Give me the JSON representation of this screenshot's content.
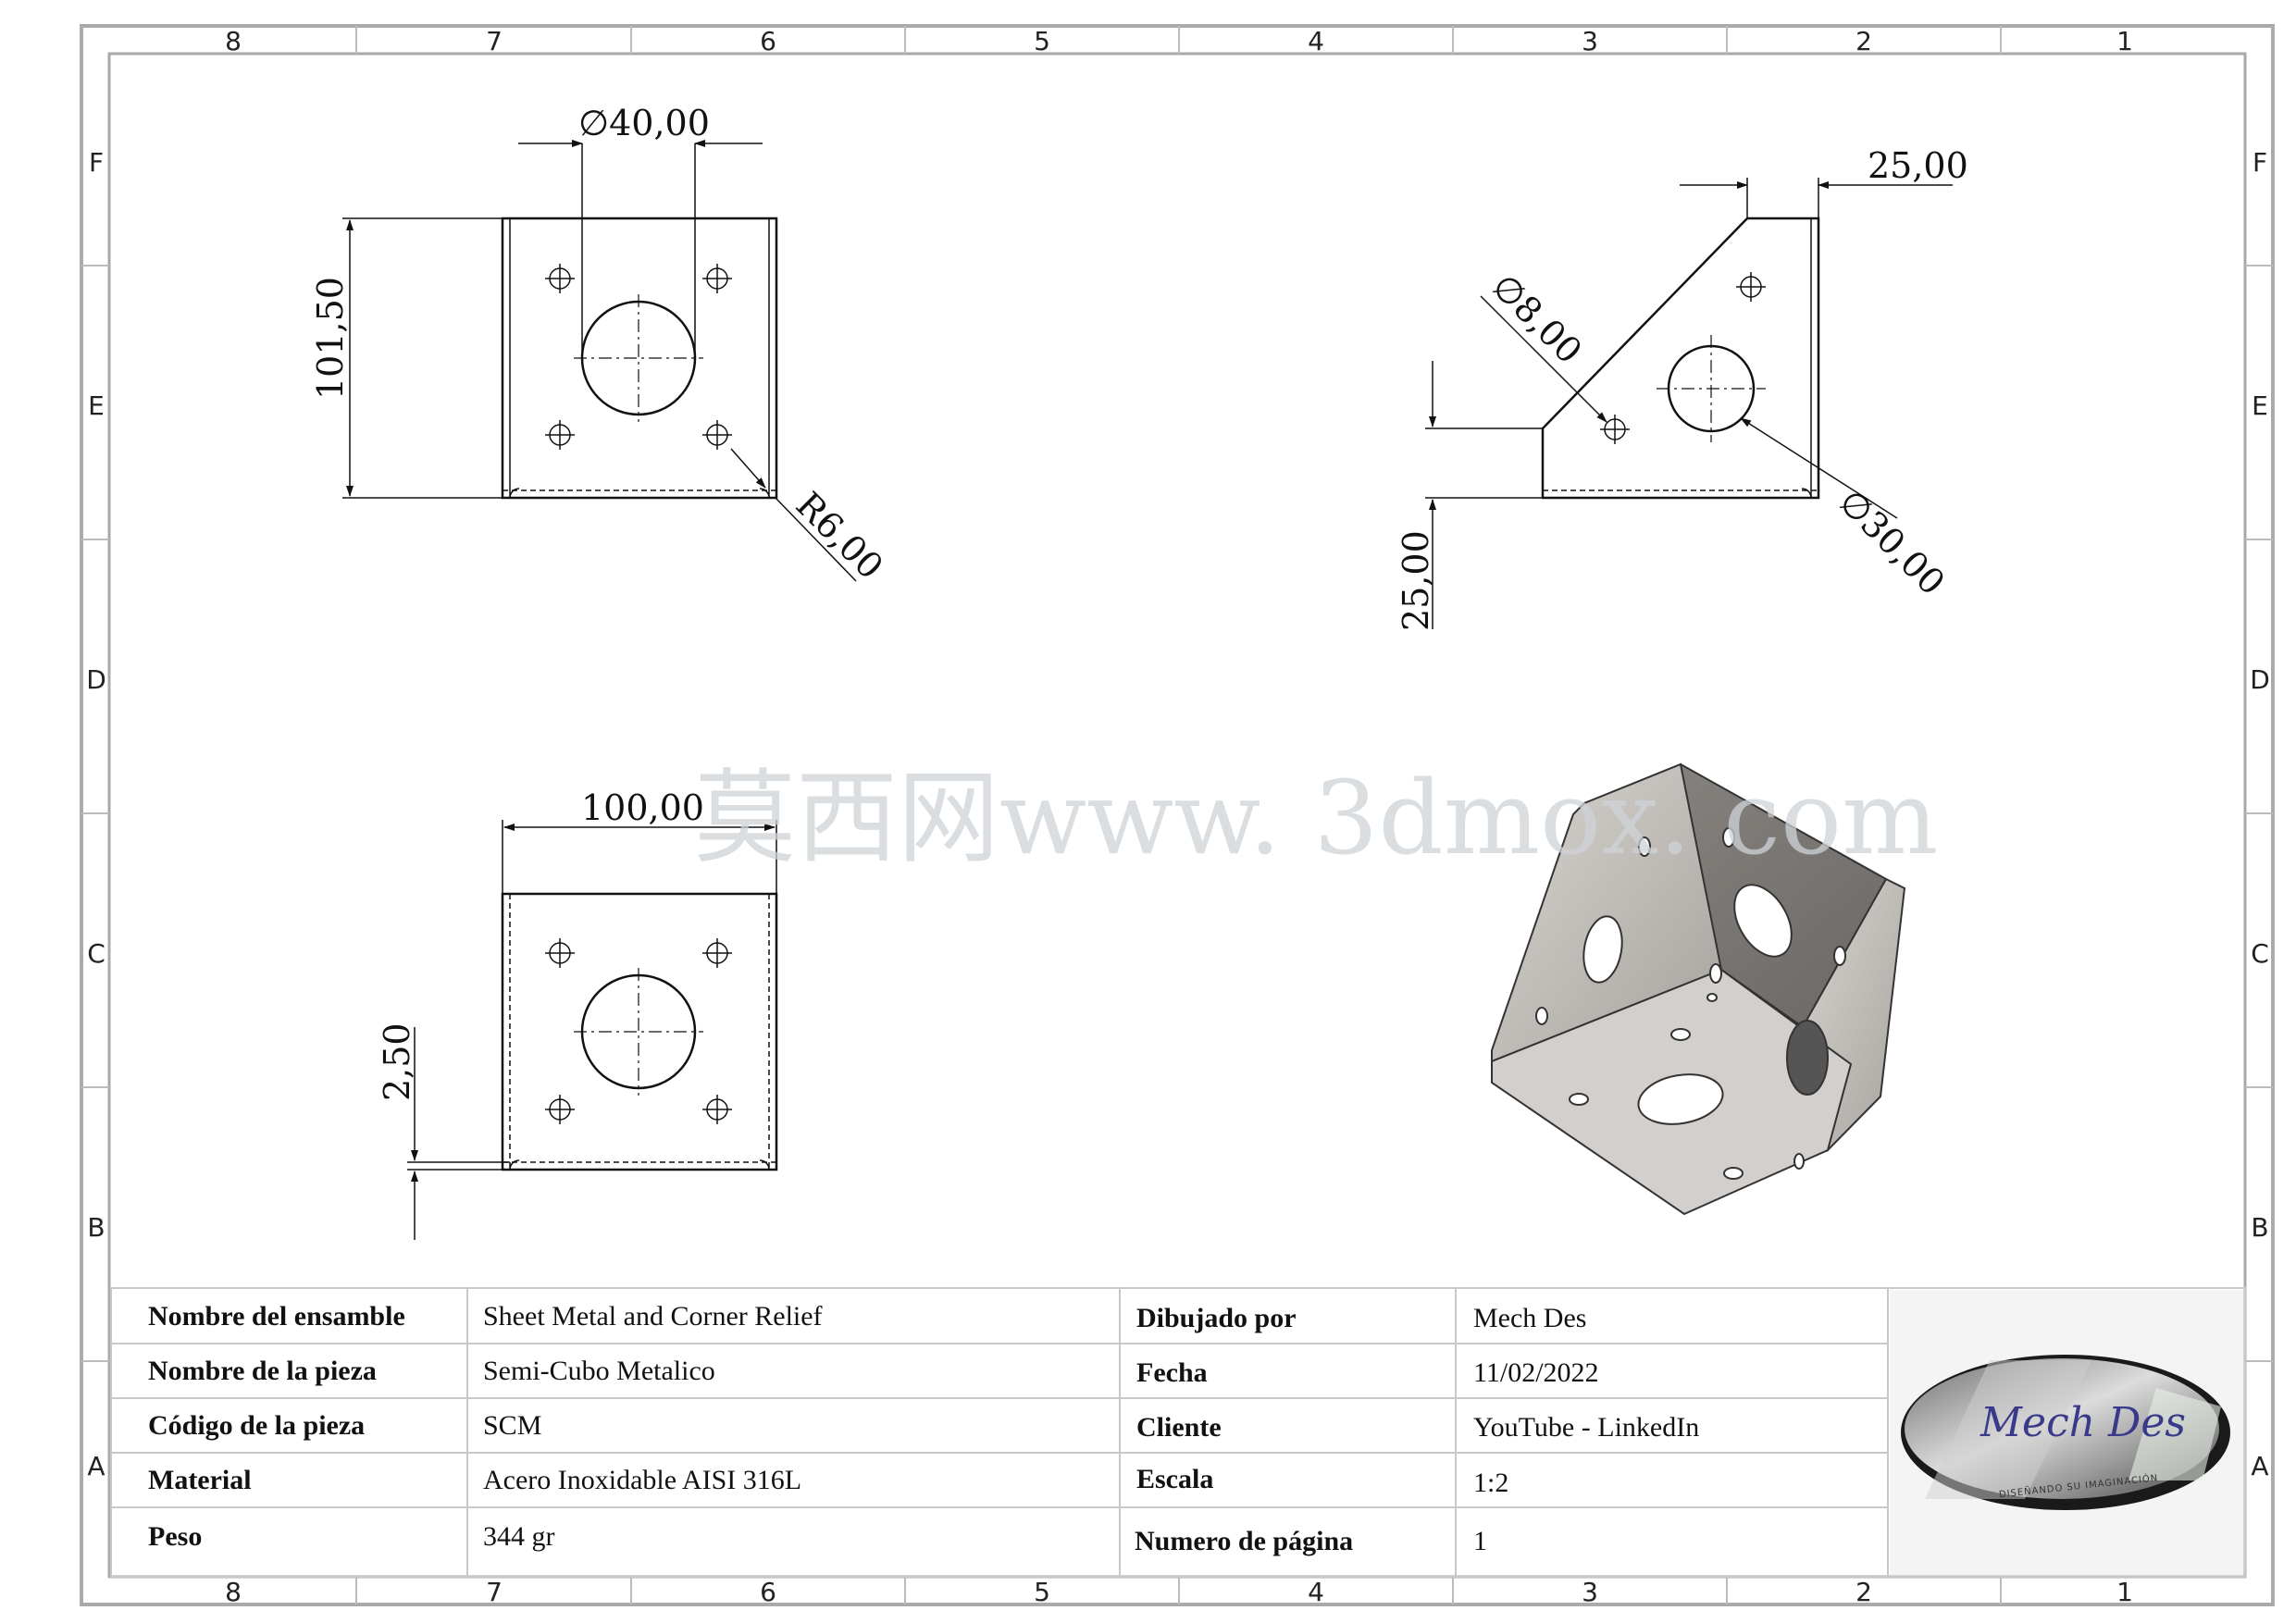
{
  "zones": {
    "columns": [
      "8",
      "7",
      "6",
      "5",
      "4",
      "3",
      "2",
      "1"
    ],
    "rows": [
      "F",
      "E",
      "D",
      "C",
      "B",
      "A"
    ]
  },
  "dimensions": {
    "front_hole_dia": "∅40,00",
    "front_height": "101,50",
    "front_radius": "R6,00",
    "side_top_width": "25,00",
    "side_small_hole": "∅8,00",
    "side_large_hole": "∅30,00",
    "side_left_height": "25,00",
    "bottom_width": "100,00",
    "bottom_thickness": "2,50"
  },
  "watermark": "莫西网www. 3dmox. com",
  "title_block": {
    "rows_left": [
      {
        "label": "Nombre del ensamble",
        "value": "Sheet Metal and Corner Relief"
      },
      {
        "label": "Nombre de la pieza",
        "value": "Semi-Cubo Metalico"
      },
      {
        "label": "Código de la pieza",
        "value": "SCM"
      },
      {
        "label": "Material",
        "value": "Acero Inoxidable AISI 316L"
      },
      {
        "label": "Peso",
        "value": "344 gr"
      }
    ],
    "rows_right": [
      {
        "label": "Dibujado por",
        "value": "Mech Des"
      },
      {
        "label": "Fecha",
        "value": "11/02/2022"
      },
      {
        "label": "Cliente",
        "value": "YouTube - LinkedIn"
      },
      {
        "label": "Escala",
        "value": "1:2"
      },
      {
        "label": "Numero de página",
        "value": "1"
      }
    ]
  },
  "logo": {
    "name": "Mech Des",
    "tagline": "DISEÑANDO SU IMAGINACIÓN"
  }
}
